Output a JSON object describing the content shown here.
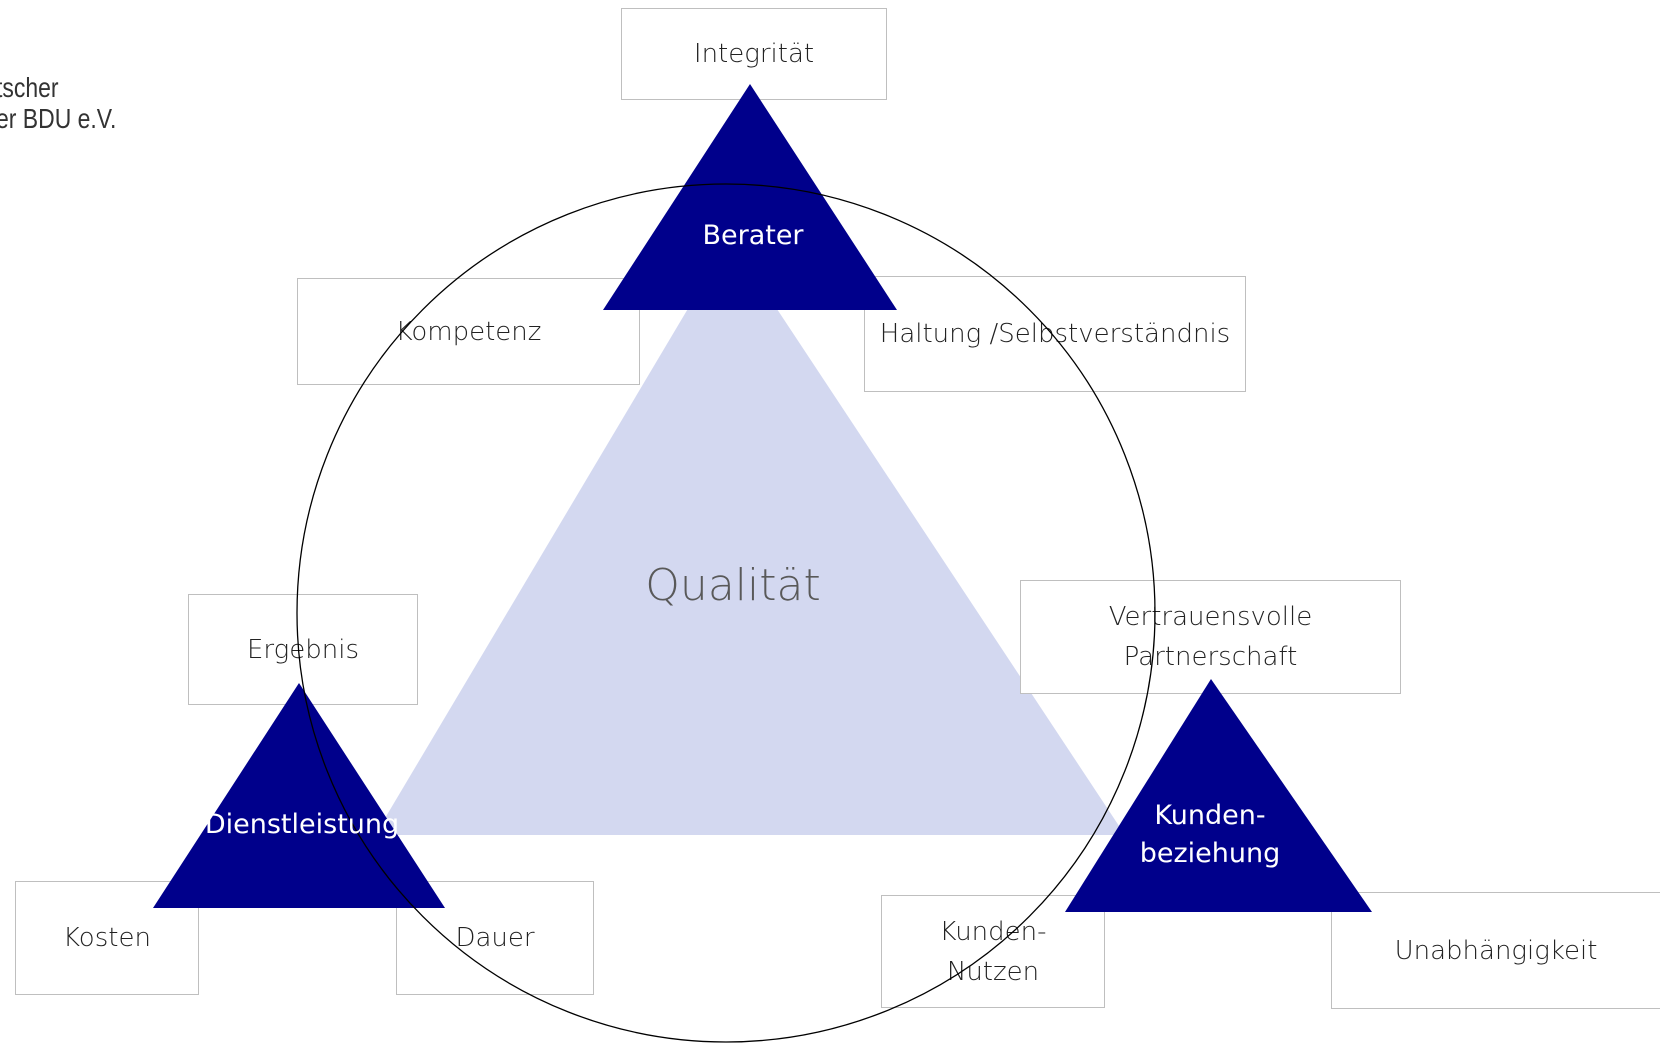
{
  "org": {
    "line1": "tscher",
    "line2": "er BDU e.V."
  },
  "center": {
    "label": "Qualität"
  },
  "triangles": {
    "top": {
      "label": "Berater"
    },
    "left": {
      "label": "Dienstleistung"
    },
    "right": {
      "label_line1": "Kunden-",
      "label_line2": "beziehung"
    }
  },
  "boxes": {
    "integritaet": "Integrität",
    "kompetenz": "Kompetenz",
    "haltung": "Haltung /Selbstverständnis",
    "ergebnis": "Ergebnis",
    "vertrauen_line1": "Vertrauensvolle",
    "vertrauen_line2": "Partnerschaft",
    "kosten": "Kosten",
    "dauer": "Dauer",
    "kundennutzen_line1": "Kunden-",
    "kundennutzen_line2": "Nutzen",
    "unabhaengigkeit": "Unabhängigkeit"
  },
  "colors": {
    "triangle_dark": "#00008b",
    "triangle_light": "#d3d8f0",
    "center_text": "#595959",
    "circle_stroke": "#000000"
  }
}
